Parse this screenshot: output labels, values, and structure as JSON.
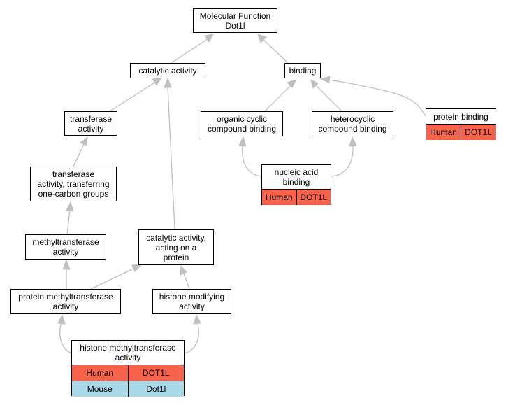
{
  "colors": {
    "human": "#f9624b",
    "mouse": "#a9d9e8",
    "edge": "#c0c0c0"
  },
  "nodes": {
    "root": {
      "line1": "Molecular Function",
      "line2": "Dot1l"
    },
    "catalytic": {
      "label": "catalytic activity"
    },
    "binding": {
      "label": "binding"
    },
    "transferase": {
      "line1": "transferase",
      "line2": "activity"
    },
    "transferase_onecarbon": {
      "line1": "transferase",
      "line2": "activity, transferring",
      "line3": "one-carbon groups"
    },
    "methyltransferase": {
      "line1": "methyltransferase",
      "line2": "activity"
    },
    "catalytic_protein": {
      "line1": "catalytic activity,",
      "line2": "acting on a",
      "line3": "protein"
    },
    "protein_methyltransferase": {
      "line1": "protein methyltransferase",
      "line2": "activity"
    },
    "histone_modifying": {
      "line1": "histone modifying",
      "line2": "activity"
    },
    "histone_methyltransferase": {
      "line1": "histone methyltransferase",
      "line2": "activity",
      "annotations": [
        {
          "species": "Human",
          "gene": "DOT1L"
        },
        {
          "species": "Mouse",
          "gene": "Dot1l"
        }
      ]
    },
    "organic_cyclic": {
      "line1": "organic cyclic",
      "line2": "compound binding"
    },
    "heterocyclic": {
      "line1": "heterocyclic",
      "line2": "compound binding"
    },
    "nucleic_acid": {
      "line1": "nucleic acid",
      "line2": "binding",
      "annotations": [
        {
          "species": "Human",
          "gene": "DOT1L"
        }
      ]
    },
    "protein_binding": {
      "label": "protein binding",
      "annotations": [
        {
          "species": "Human",
          "gene": "DOT1L"
        }
      ]
    }
  }
}
